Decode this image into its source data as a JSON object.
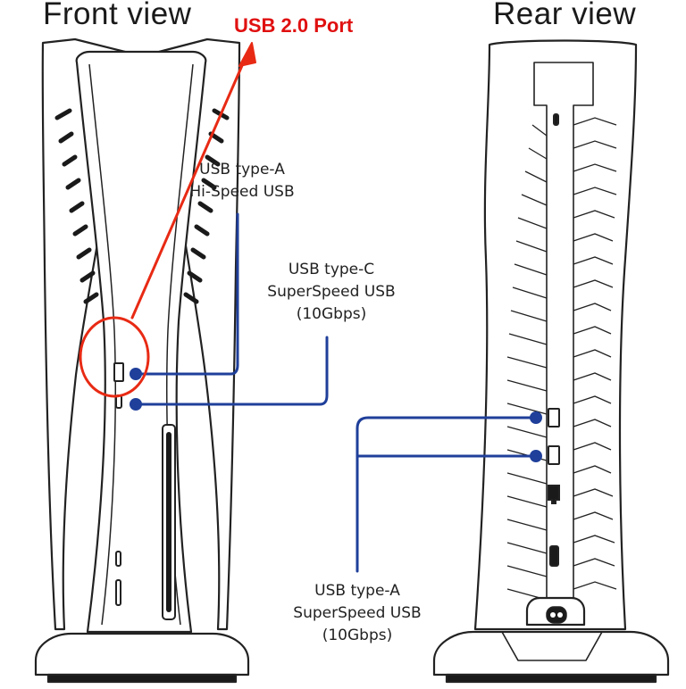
{
  "headings": {
    "front": "Front view",
    "rear": "Rear view"
  },
  "highlight": {
    "label": "USB 2.0 Port",
    "color": "#e82a14"
  },
  "callouts": {
    "front_usb_a": [
      "USB type-A",
      "Hi-Speed USB"
    ],
    "front_usb_c": [
      "USB type-C",
      "SuperSpeed USB",
      "(10Gbps)"
    ],
    "rear_usb_a": [
      "USB type-A",
      "SuperSpeed USB",
      "(10Gbps)"
    ]
  },
  "colors": {
    "leader_line": "#1f3f9a",
    "outline": "#222222",
    "vent_stripes": "#1a1a1a"
  }
}
